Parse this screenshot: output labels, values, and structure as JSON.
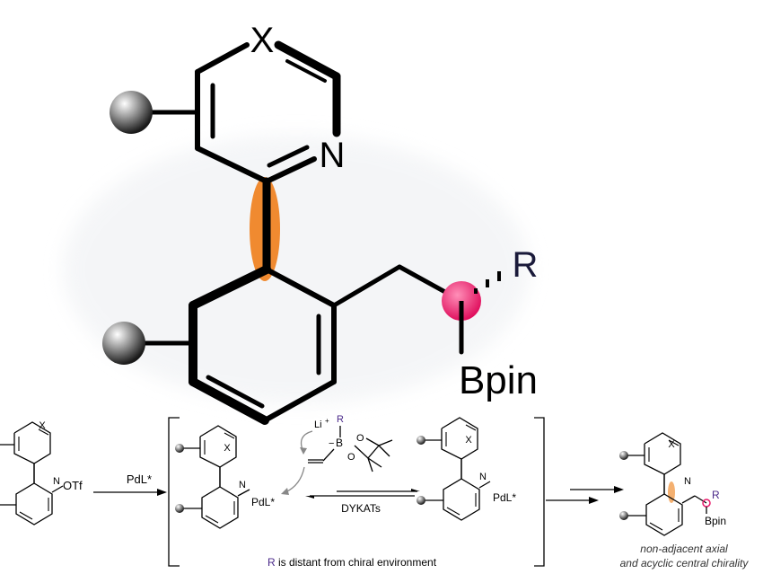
{
  "main_structure": {
    "ring_atom": "X",
    "nitrogen": "N",
    "substituent": "R",
    "boron_group": "Bpin",
    "axis_color": "#f08a30",
    "stereocenter_color": "#e8186a"
  },
  "scheme": {
    "substrate_leaving_group": "OTf",
    "step1_reagent": "PdL*",
    "intermediate_metal": "PdL*",
    "counterion": "Li",
    "counterion_charge": "+",
    "borate_R": "R",
    "borate_charge": "−",
    "borate_B": "B",
    "borate_O": "O",
    "equilibrium_label": "DYKATs",
    "note_R": "R",
    "note_rest": " is distant from chiral environment",
    "product_R": "R",
    "product_boron": "Bpin",
    "caption_line1": "non-adjacent axial",
    "caption_line2": "and acyclic central chirality",
    "r_color": "#4b2a8a"
  }
}
